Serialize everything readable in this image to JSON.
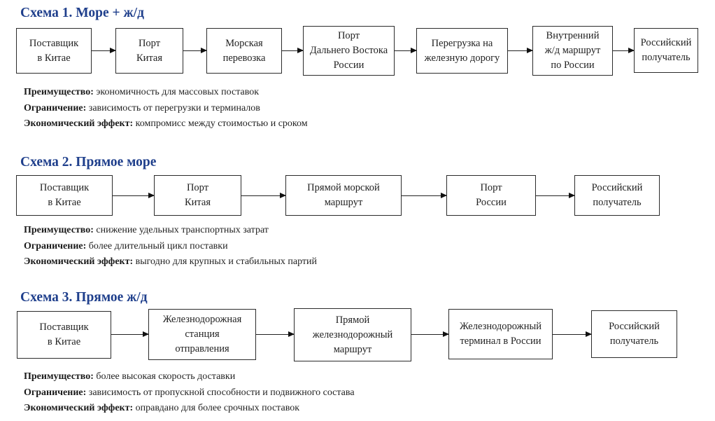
{
  "schemes": [
    {
      "title": "Схема 1. Море + ж/д",
      "steps": [
        "Поставщик\nв Китае",
        "Порт\nКитая",
        "Морская\nперевозка",
        "Порт\nДальнего Востока\nРоссии",
        "Перегрузка на\nжелезную дорогу",
        "Внутренний\nж/д маршрут\nпо России",
        "Российский\nполучатель"
      ],
      "notes": [
        {
          "label": "Преимущество:",
          "text": " экономичность для массовых поставок"
        },
        {
          "label": "Ограничение:",
          "text": " зависимость от перегрузки и терминалов"
        },
        {
          "label": "Экономический эффект:",
          "text": " компромисс между стоимостью и сроком"
        }
      ]
    },
    {
      "title": "Схема 2. Прямое море",
      "steps": [
        "Поставщик\nв Китае",
        "Порт\nКитая",
        "Прямой морской\nмаршрут",
        "Порт\nРоссии",
        "Российский\nполучатель"
      ],
      "notes": [
        {
          "label": "Преимущество:",
          "text": " снижение удельных транспортных затрат"
        },
        {
          "label": "Ограничение:",
          "text": " более длительный цикл поставки"
        },
        {
          "label": "Экономический эффект:",
          "text": " выгодно для крупных и стабильных партий"
        }
      ]
    },
    {
      "title": "Схема 3. Прямое ж/д",
      "steps": [
        "Поставщик\nв Китае",
        "Железнодорожная\nстанция\nотправления",
        "Прямой\nжелезнодорожный\nмаршрут",
        "Железнодорожный\nтерминал в России",
        "Российский\nполучатель"
      ],
      "notes": [
        {
          "label": "Преимущество:",
          "text": " более высокая скорость доставки"
        },
        {
          "label": "Ограничение:",
          "text": " зависимость от пропускной способности и подвижного состава"
        },
        {
          "label": "Экономический эффект:",
          "text": " оправдано для более срочных поставок"
        }
      ]
    }
  ],
  "colors": {
    "title": "#1f3f8c",
    "border": "#2b2b2b",
    "text": "#222222"
  }
}
